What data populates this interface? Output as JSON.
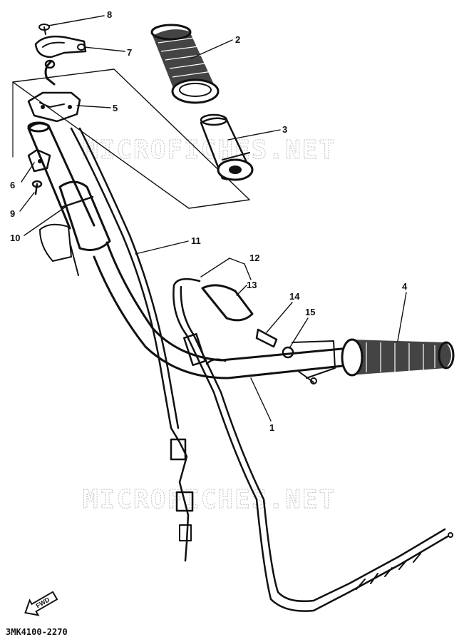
{
  "watermark": "MICROFICHES.NET",
  "part_code": "3MK4100-2270",
  "direction_label": "FWD",
  "callouts": [
    "8",
    "7",
    "2",
    "5",
    "3",
    "6",
    "9",
    "10",
    "11",
    "12",
    "13",
    "14",
    "15",
    "4",
    "1"
  ],
  "colors": {
    "ink": "#111111",
    "watermark": "#c9c9c9",
    "background": "#ffffff"
  }
}
